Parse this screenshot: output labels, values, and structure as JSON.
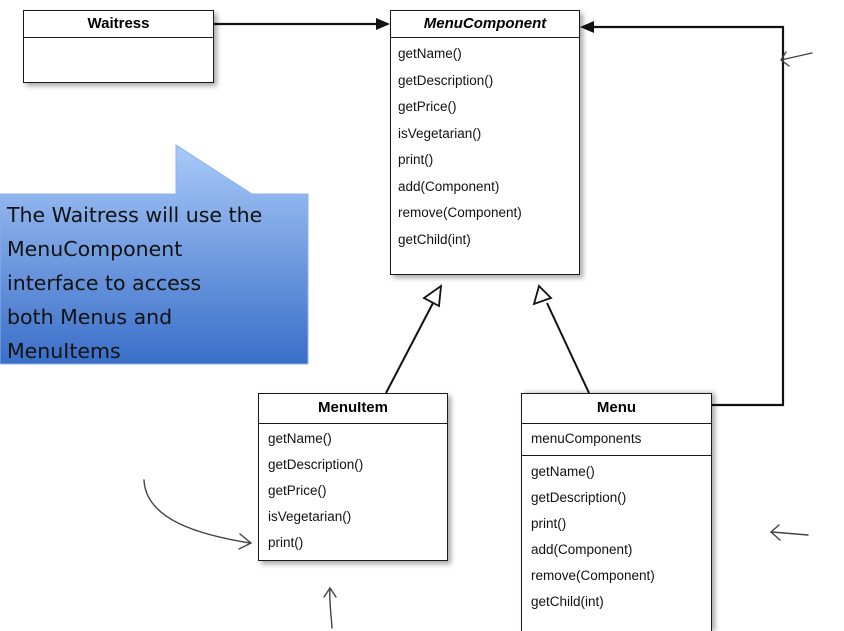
{
  "waitress": {
    "name": "Waitress"
  },
  "menu_component": {
    "name": "MenuComponent",
    "methods": [
      "getName()",
      "getDescription()",
      "getPrice()",
      "isVegetarian()",
      "print()",
      "add(Component)",
      "remove(Component)",
      "getChild(int)"
    ]
  },
  "menu_item": {
    "name": "MenuItem",
    "methods": [
      "getName()",
      "getDescription()",
      "getPrice()",
      "isVegetarian()",
      "print()"
    ]
  },
  "menu": {
    "name": "Menu",
    "fields": [
      "menuComponents"
    ],
    "methods": [
      "getName()",
      "getDescription()",
      "print()",
      "add(Component)",
      "remove(Component)",
      "getChild(int)"
    ]
  },
  "callout": {
    "lines": [
      "The Waitress will use the",
      "MenuComponent",
      "interface to access",
      "both Menus and",
      "MenuItems"
    ]
  }
}
